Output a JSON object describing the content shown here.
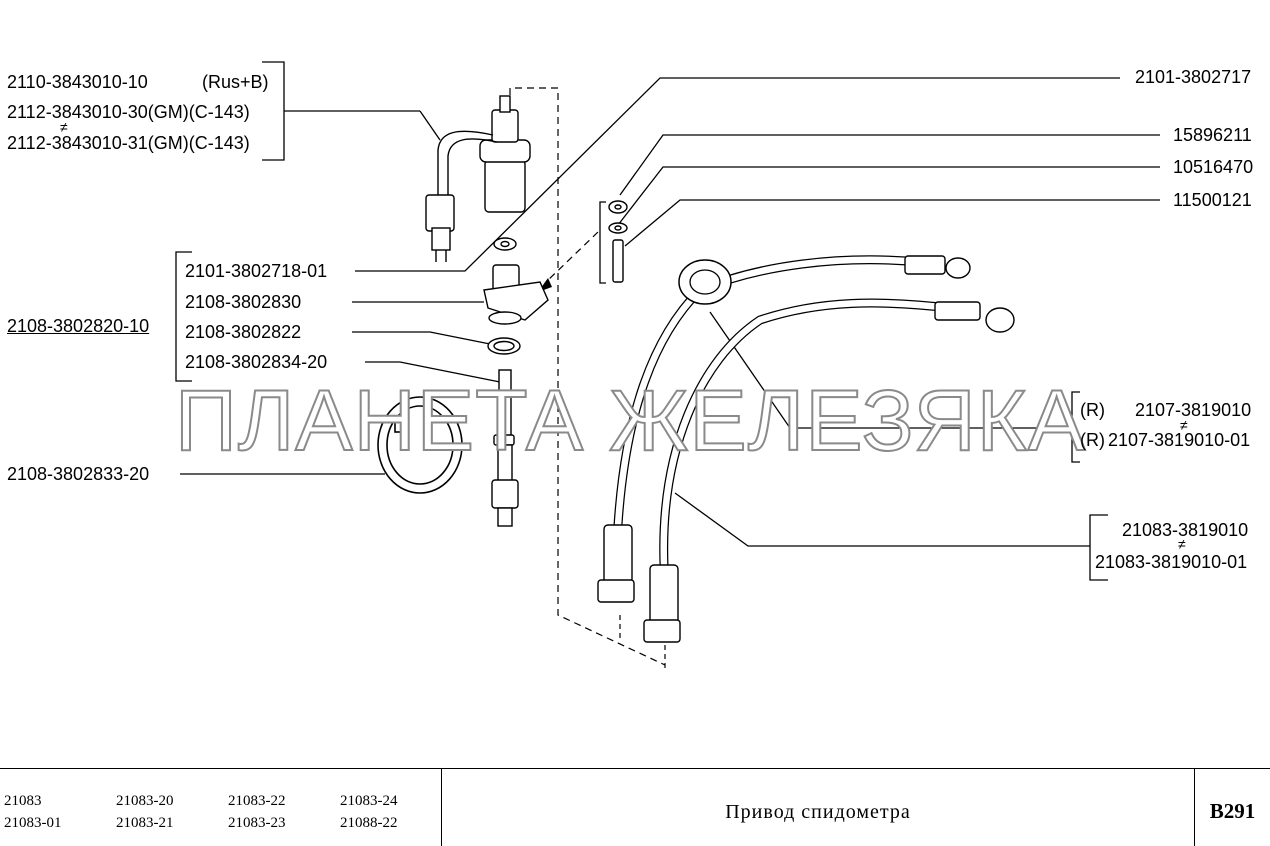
{
  "labels_left": [
    {
      "id": "sensor-1",
      "text": "2110-3843010-10"
    },
    {
      "id": "sensor-1-note",
      "text": "(Rus+B)"
    },
    {
      "id": "sensor-2",
      "text": "2112-3843010-30(GM)(C-143)"
    },
    {
      "id": "sensor-3",
      "text": "2112-3843010-31(GM)(C-143)"
    },
    {
      "id": "washer-1",
      "text": "2101-3802718-01"
    },
    {
      "id": "housing",
      "text": "2108-3802830"
    },
    {
      "id": "o-ring",
      "text": "2108-3802822"
    },
    {
      "id": "shaft",
      "text": "2108-3802834-20"
    },
    {
      "id": "assembly",
      "text": "2108-3802820-10"
    },
    {
      "id": "gear-ring",
      "text": "2108-3802833-20"
    }
  ],
  "labels_right": [
    {
      "id": "nut-top",
      "text": "2101-3802717"
    },
    {
      "id": "nut",
      "text": "15896211"
    },
    {
      "id": "washer",
      "text": "10516470"
    },
    {
      "id": "stud",
      "text": "11500121"
    },
    {
      "id": "cable-1-prefix-a",
      "text": "(R)"
    },
    {
      "id": "cable-1a",
      "text": "2107-3819010"
    },
    {
      "id": "cable-1-prefix-b",
      "text": "(R)"
    },
    {
      "id": "cable-1b",
      "text": "2107-3819010-01"
    },
    {
      "id": "cable-2a",
      "text": "21083-3819010"
    },
    {
      "id": "cable-2b",
      "text": "21083-3819010-01"
    }
  ],
  "not_equal_symbol": "≠",
  "watermark": "ПЛАНЕТА ЖЕЛЕЗЯКА",
  "footer": {
    "models": [
      "21083",
      "21083-20",
      "21083-22",
      "21083-24",
      "21083-01",
      "21083-21",
      "21083-23",
      "21088-22"
    ],
    "title": "Привод спидометра",
    "code": "B291"
  },
  "colors": {
    "line": "#000000",
    "watermark_outline": "#8a8a8a"
  }
}
